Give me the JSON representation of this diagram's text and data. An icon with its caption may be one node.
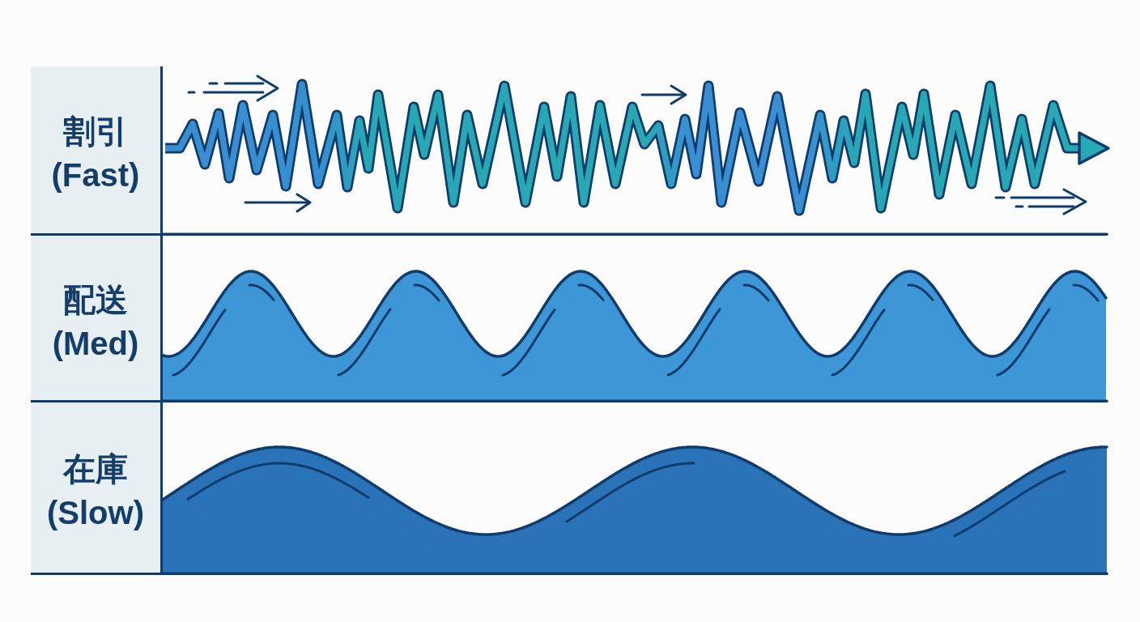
{
  "diagram": {
    "nodes": [
      {
        "text": [
          "割引",
          "(Fast)"
        ]
      },
      {
        "text": [
          "配送",
          "(Med)"
        ]
      },
      {
        "text": [
          "在庫",
          "(Slow)"
        ]
      }
    ]
  }
}
